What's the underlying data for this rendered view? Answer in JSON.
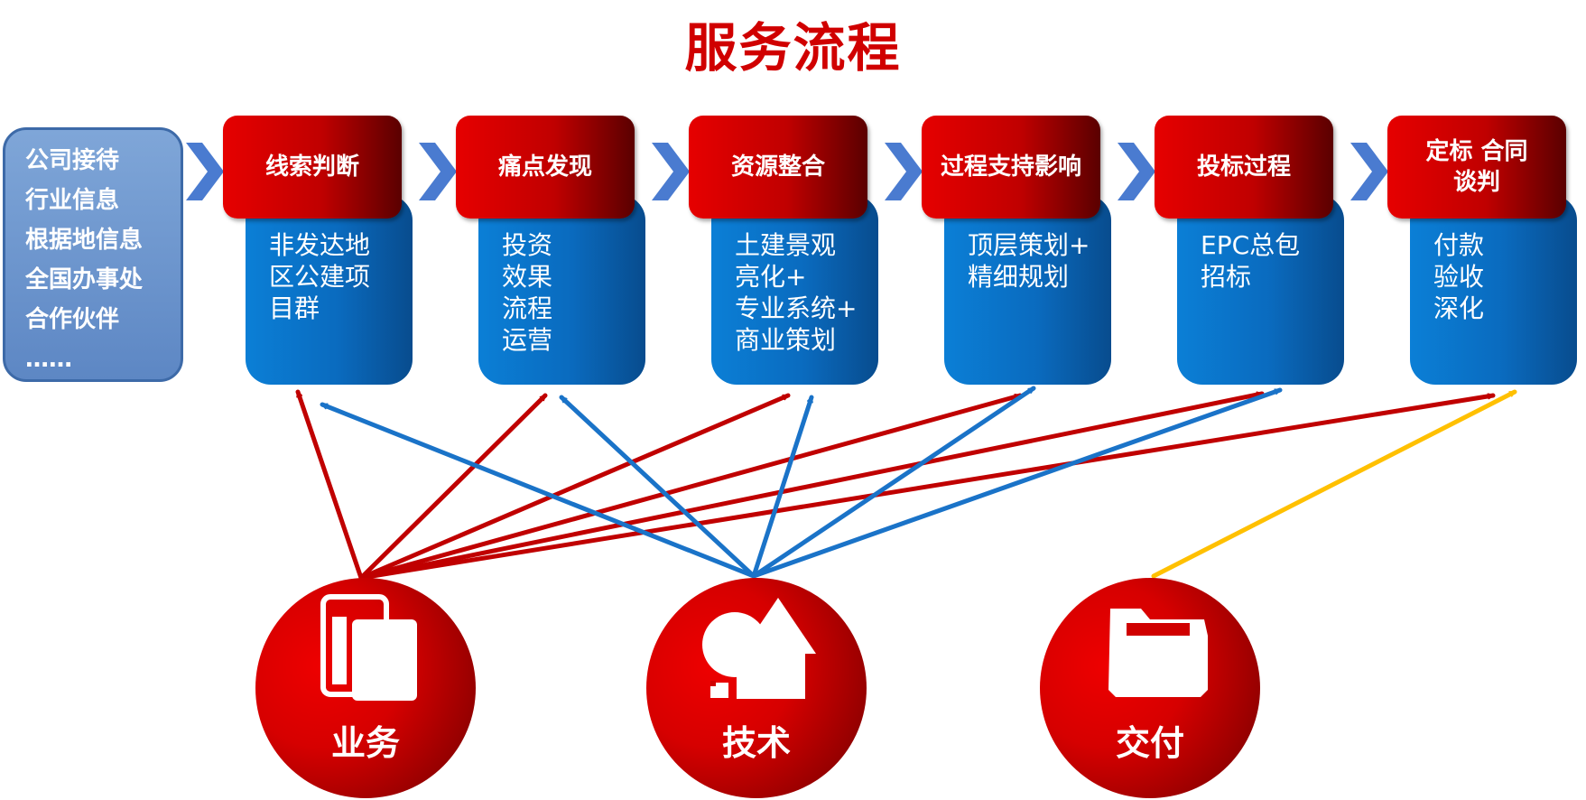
{
  "title": "服务流程",
  "intro": {
    "lines": [
      "公司接待",
      "行业信息",
      "根据地信息",
      "全国办事处",
      "合作伙伴",
      "……"
    ]
  },
  "steps": [
    {
      "title": "线索判断",
      "lines": [
        "非发达地",
        "区公建项",
        "目群"
      ]
    },
    {
      "title": "痛点发现",
      "lines": [
        "投资",
        "效果",
        "流程",
        "运营"
      ]
    },
    {
      "title": "资源整合",
      "lines": [
        "土建景观",
        "亮化+",
        "专业系统+",
        "商业策划"
      ]
    },
    {
      "title": "过程支持影响",
      "lines": [
        "顶层策划+",
        "精细规划"
      ]
    },
    {
      "title": "投标过程",
      "lines": [
        "EPC总包",
        "招标"
      ]
    },
    {
      "title": "定标 合同\n谈判",
      "lines": [
        "付款",
        "验收",
        "深化"
      ]
    }
  ],
  "roles": [
    {
      "label": "业务",
      "icon": "documents-icon"
    },
    {
      "label": "技术",
      "icon": "shapes-icon"
    },
    {
      "label": "交付",
      "icon": "folder-icon"
    }
  ],
  "colors": {
    "title": "#d00000",
    "business_arrow": "#c00000",
    "tech_arrow": "#1a73c8",
    "delivery_arrow": "#ffc000",
    "chevron": "#4a7bd0"
  }
}
